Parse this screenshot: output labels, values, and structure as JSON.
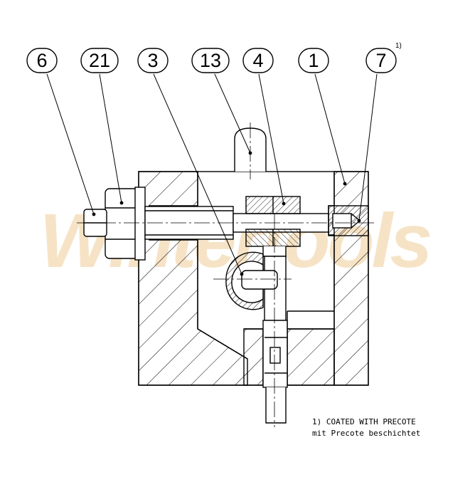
{
  "watermark": "Wintertools",
  "balloons": [
    {
      "id": "6",
      "label": "6"
    },
    {
      "id": "21",
      "label": "21"
    },
    {
      "id": "3",
      "label": "3"
    },
    {
      "id": "13",
      "label": "13"
    },
    {
      "id": "4",
      "label": "4"
    },
    {
      "id": "1",
      "label": "1"
    },
    {
      "id": "7",
      "label": "7"
    }
  ],
  "footnote_marker": "1)",
  "notes": {
    "line1": "1) COATED WITH PRECOTE",
    "line2": "mit Precote beschichtet"
  },
  "colors": {
    "line": "#000000",
    "watermark": "#f6e3c6"
  }
}
